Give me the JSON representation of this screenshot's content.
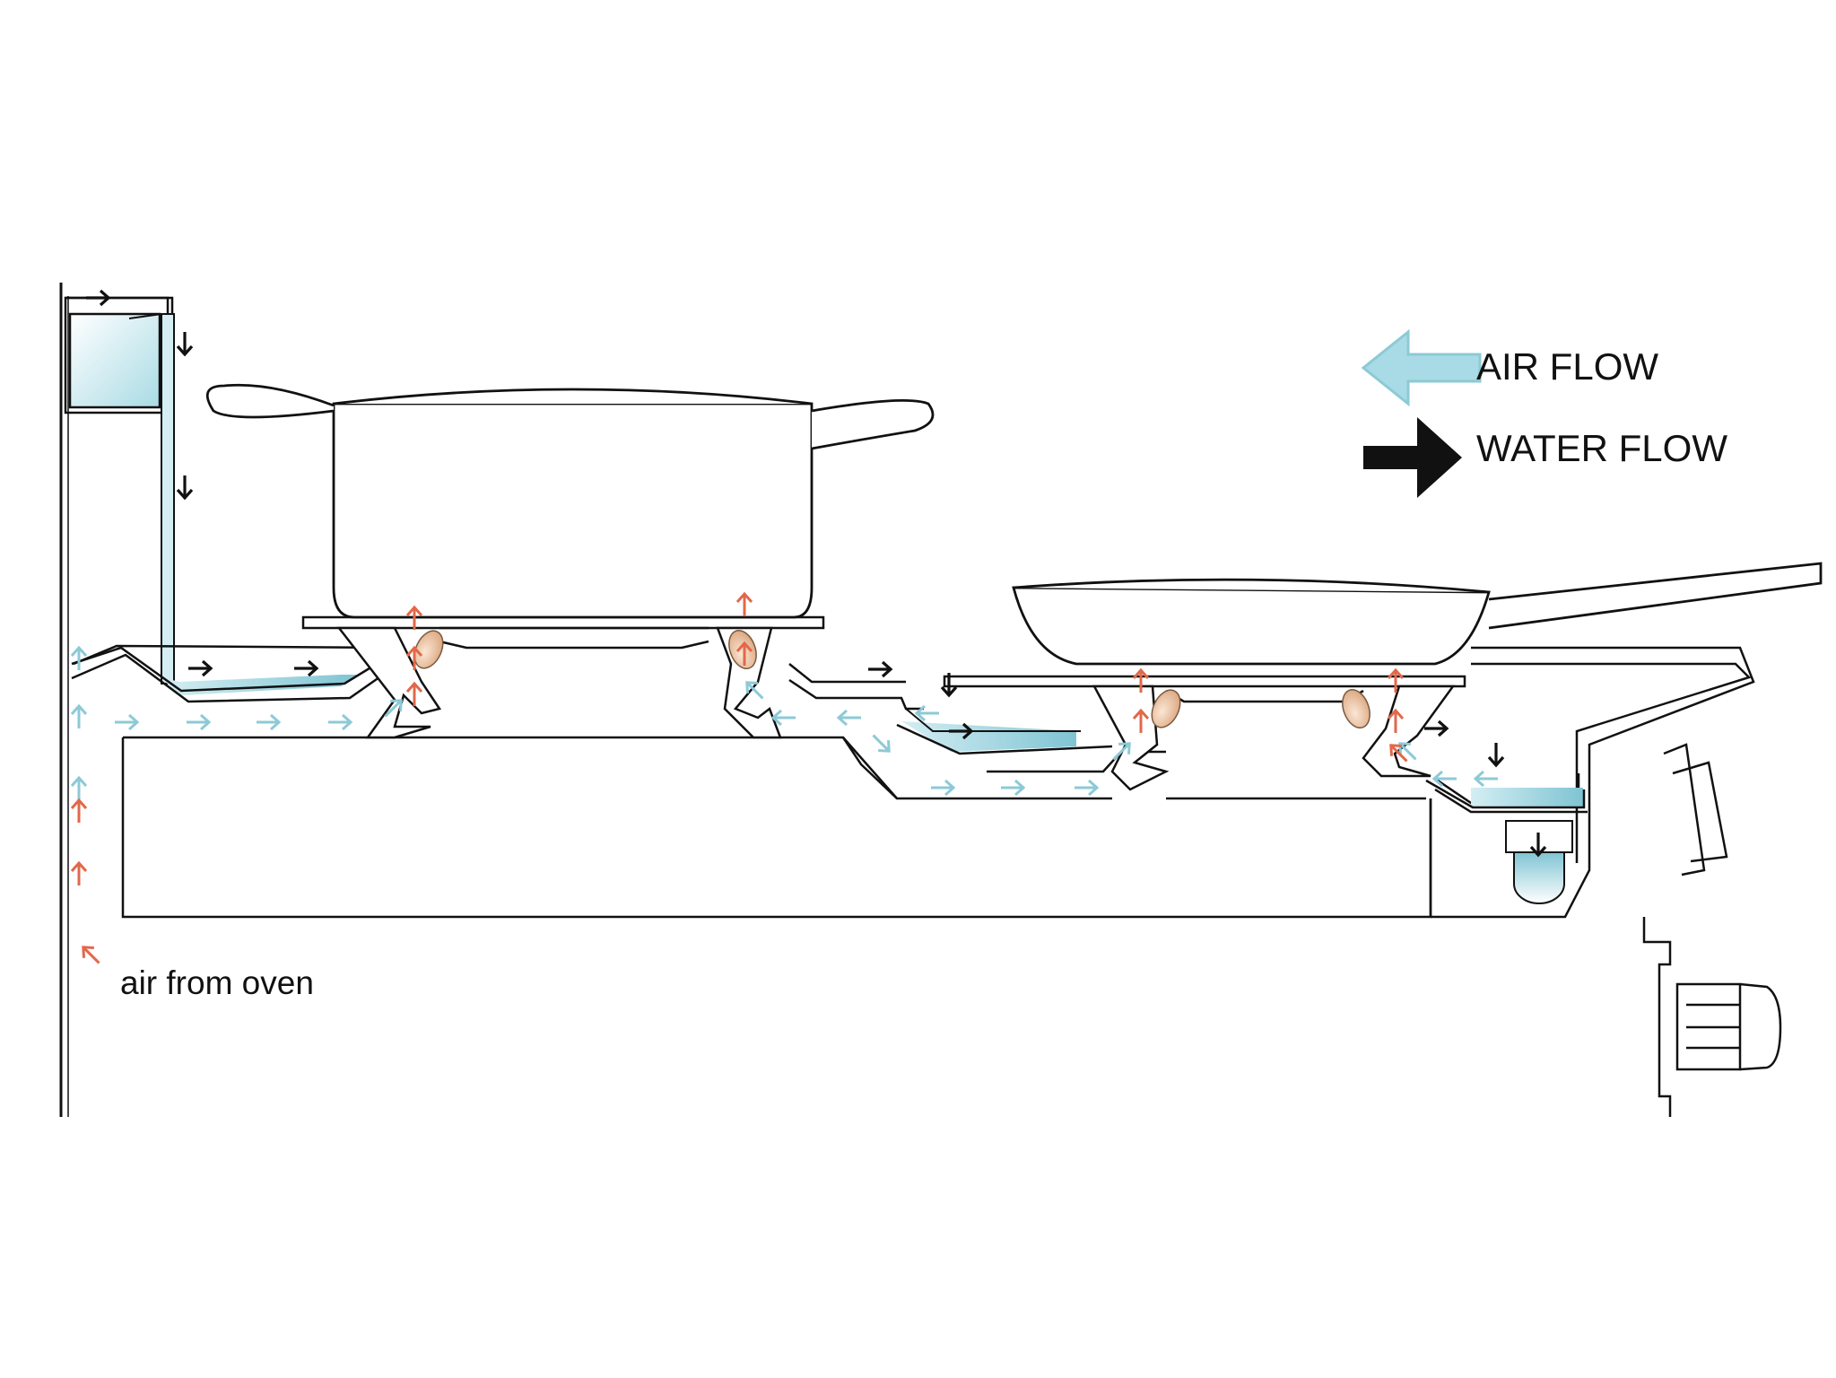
{
  "legend": {
    "air_flow_label": "AIR FLOW",
    "water_flow_label": "WATER FLOW"
  },
  "annotations": {
    "oven_air_label": "air from oven"
  },
  "colors": {
    "outline": "#111111",
    "water": "#8fcfdc",
    "water_light": "#d4eef3",
    "air_arrow": "#8ccad6",
    "heat_arrow": "#e2684a",
    "flame": "#eac9a8",
    "background": "#ffffff"
  },
  "icons": {
    "air": "light-blue-arrow-icon",
    "water": "black-arrow-icon",
    "heat": "orange-arrow-icon",
    "flame": "flame-icon"
  }
}
